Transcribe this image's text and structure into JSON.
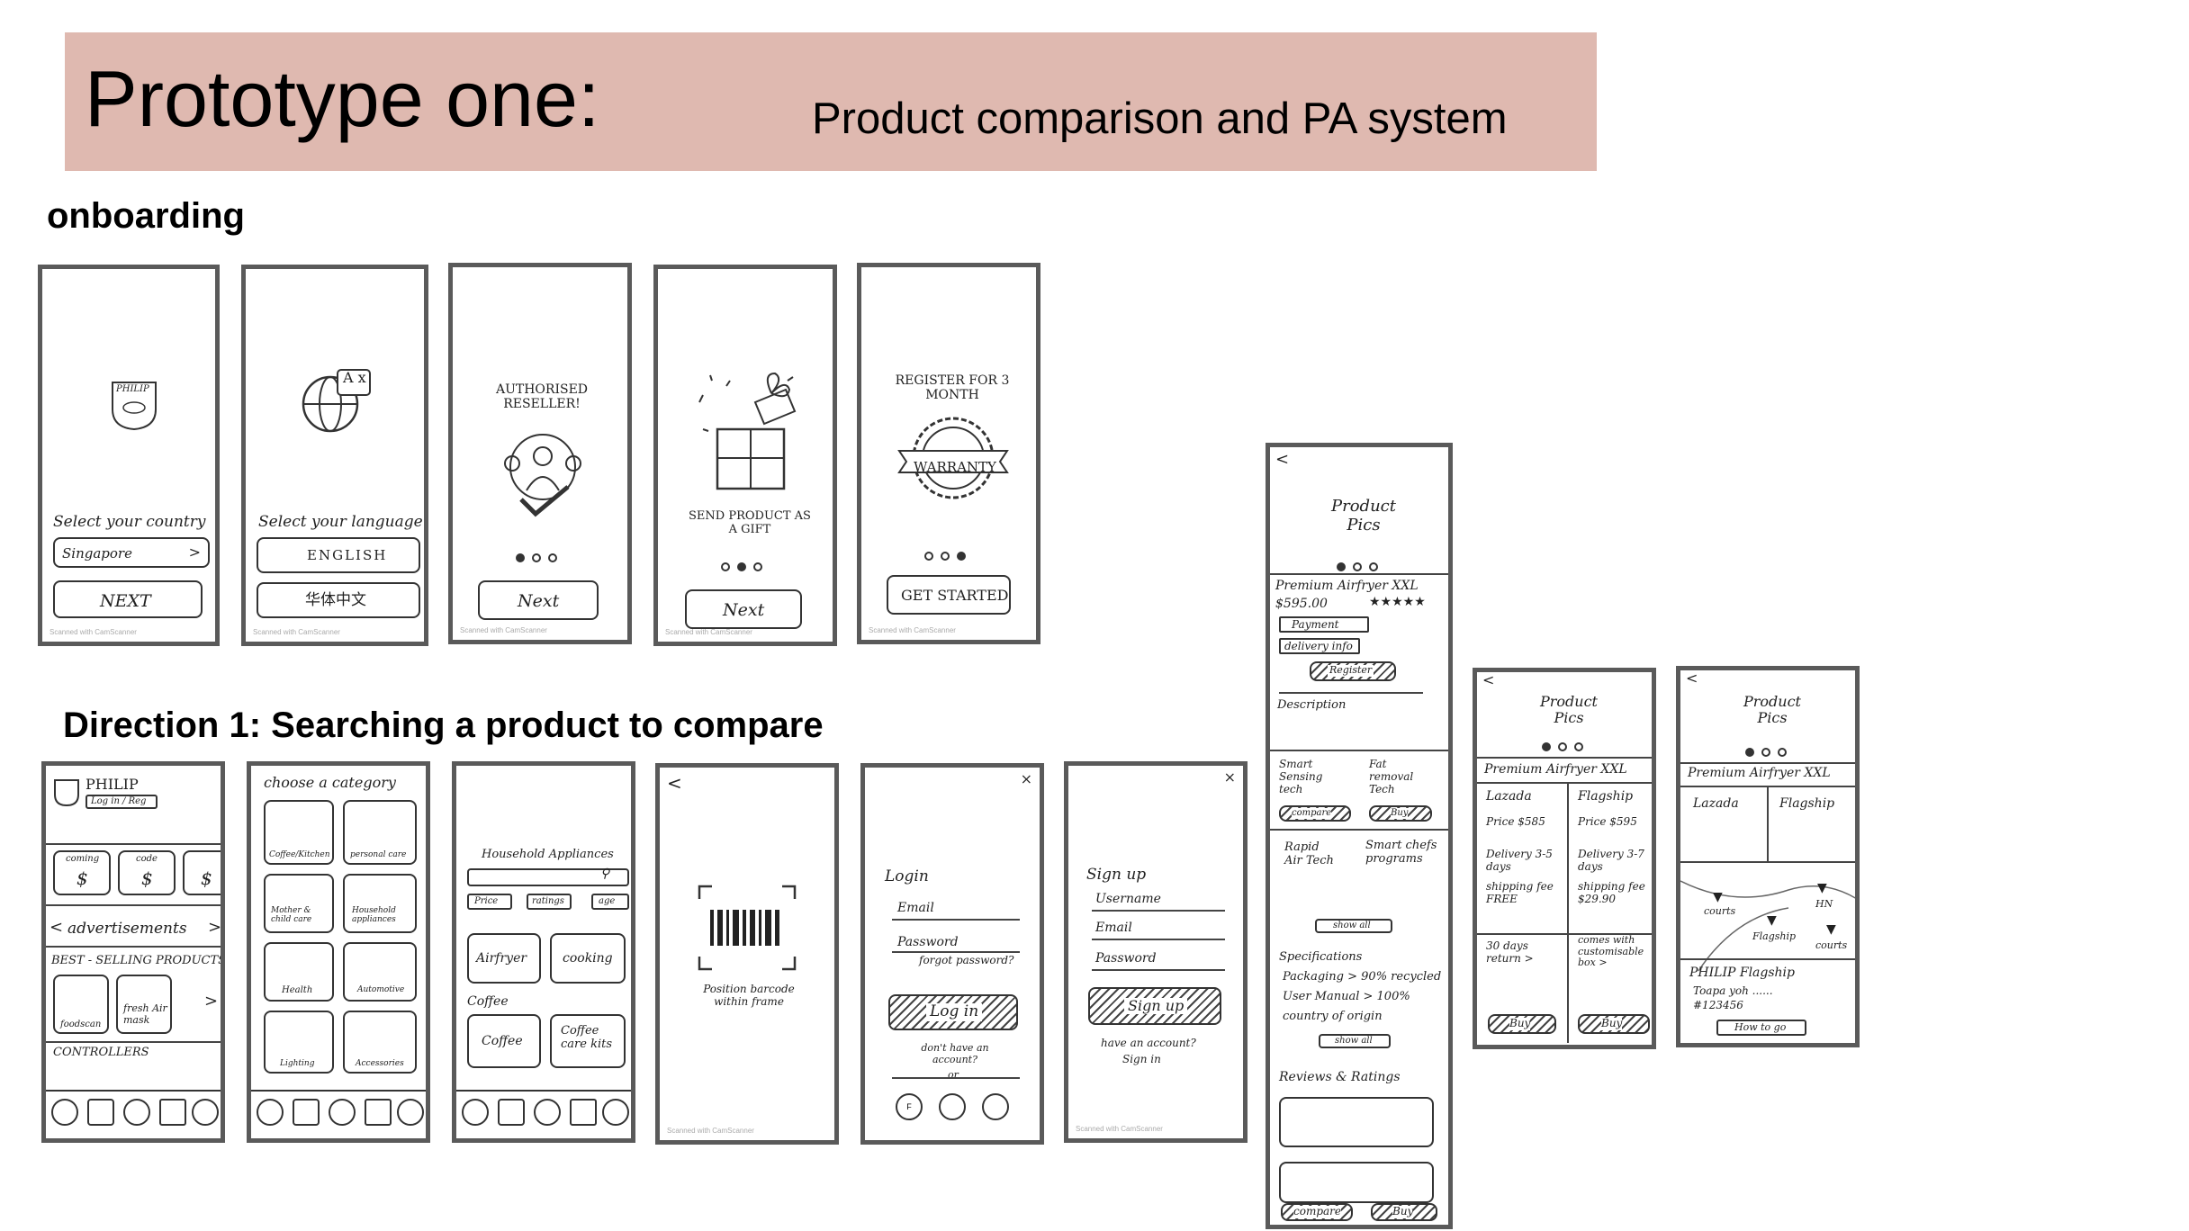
{
  "header": {
    "title": "Prototype one:",
    "subtitle": "Product comparison and PA system"
  },
  "sections": {
    "onboarding": "onboarding",
    "direction1": "Direction 1: Searching a product to compare"
  },
  "onboarding": [
    {
      "logo_text": "PHILIP",
      "prompt": "Select your country",
      "field": "Singapore",
      "button": "NEXT"
    },
    {
      "logo_text": "A x",
      "prompt": "Select your language",
      "option1": "ENGLISH",
      "option2": "华体中文"
    },
    {
      "caption": "AUTHORISED RESELLER!",
      "button": "Next"
    },
    {
      "caption": "SEND PRODUCT AS A GIFT",
      "button": "Next"
    },
    {
      "caption": "REGISTER FOR 3 MONTH",
      "badge": "WARRANTY",
      "button": "GET STARTED"
    }
  ],
  "direction": {
    "home": {
      "brand": "PHILIP",
      "search_hint": "Log in / Reg",
      "ad": "advertisements",
      "best": "BEST - SELLING PRODUCTS",
      "item1": "foodscan",
      "item2": "fresh Air mask",
      "controllers": "CONTROLLERS",
      "card1": "coming",
      "card2": "code"
    },
    "category": {
      "title": "choose a category",
      "c1": "Coffee/Kitchen",
      "c2": "personal care",
      "c3": "Mother & child care",
      "c4": "Household appliances",
      "c5": "Health",
      "c6": "Automotive",
      "c7": "Lighting",
      "c8": "Accessories"
    },
    "appliances": {
      "title": "Household Appliances",
      "f1": "Price",
      "f2": "ratings",
      "f3": "age",
      "i1": "Airfryer",
      "i2": "cooking",
      "sub": "Coffee",
      "i3": "Coffee",
      "i4": "Coffee care kits"
    },
    "barcode": {
      "caption": "Position barcode within frame"
    },
    "login": {
      "title": "Login",
      "email": "Email",
      "password": "Password",
      "forgot": "forgot password?",
      "button": "Log in",
      "noacct": "don't have an account?",
      "or": "or"
    },
    "signup": {
      "title": "Sign up",
      "username": "Username",
      "email": "Email",
      "password": "Password",
      "button": "Sign up",
      "have": "have an account?",
      "signin": "Sign in"
    },
    "product": {
      "pics": "Product Pics",
      "name": "Premium Airfryer XXL",
      "price": "$595.00",
      "stars": "★★★★★",
      "payment": "Payment",
      "delivery": "delivery info",
      "register": "Register",
      "description": "Description",
      "f1": "Smart Sensing tech",
      "f2": "Fat removal Tech",
      "compare": "compare",
      "buy": "Buy",
      "f3": "Rapid Air Tech",
      "f4": "Smart chefs programs",
      "show": "show all",
      "specs": "Specifications",
      "s1": "Packaging > 90% recycled",
      "s2": "User Manual > 100%",
      "s3": "country of origin",
      "reviews": "Reviews & Ratings",
      "compare2": "compare",
      "buy2": "Buy"
    },
    "compare": {
      "pics": "Product Pics",
      "name": "Premium Airfryer XXL",
      "col1": "Lazada",
      "col2": "Flagship",
      "p1": "Price $585",
      "p2": "Price $595",
      "d1": "Delivery 3-5 days",
      "d2": "Delivery 3-7 days",
      "s1": "shipping fee FREE",
      "s2": "shipping fee $29.90",
      "r1": "30 days return >",
      "r2": "comes with customisable box >",
      "buy1": "Buy",
      "buy2": "Buy"
    },
    "map": {
      "pics": "Product Pics",
      "name": "Premium Airfryer XXL",
      "col1": "Lazada",
      "col2": "Flagship",
      "pin1": "courts",
      "pin2": "HN",
      "pin3": "Flagship",
      "pin4": "courts",
      "store": "PHILIP Flagship",
      "addr": "Toapa yoh ......",
      "unit": "#123456",
      "button": "How to go"
    }
  },
  "scanner_note": "Scanned with CamScanner"
}
